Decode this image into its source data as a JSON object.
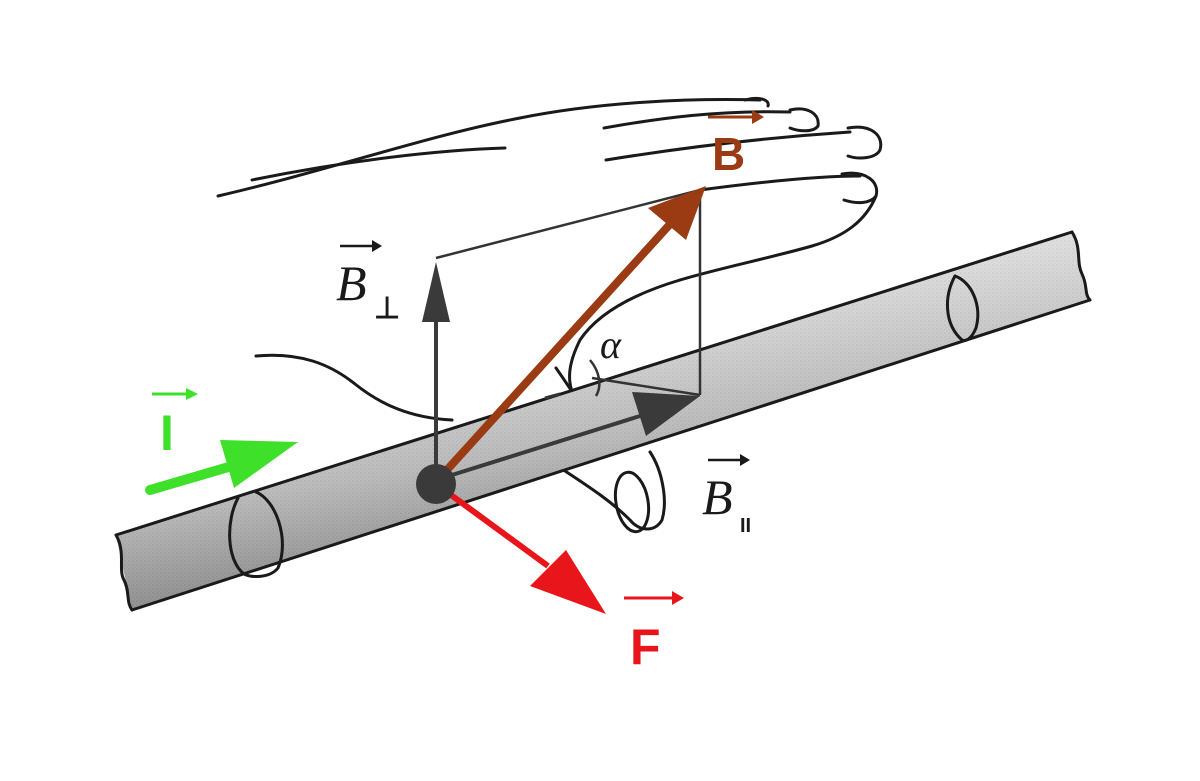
{
  "labels": {
    "B": "B",
    "B_perp": "B",
    "perp_sub": "⊥",
    "B_par": "B",
    "par_sub": "II",
    "alpha": "α",
    "I": "I",
    "F": "F"
  },
  "colors": {
    "B": "#9a3b14",
    "I": "#3ee02a",
    "F": "#e8161b",
    "component": "#333333",
    "wire": "#d4d4d4",
    "outline": "#1a1a1a"
  },
  "icons": [
    "right-hand-icon",
    "wire-icon"
  ]
}
